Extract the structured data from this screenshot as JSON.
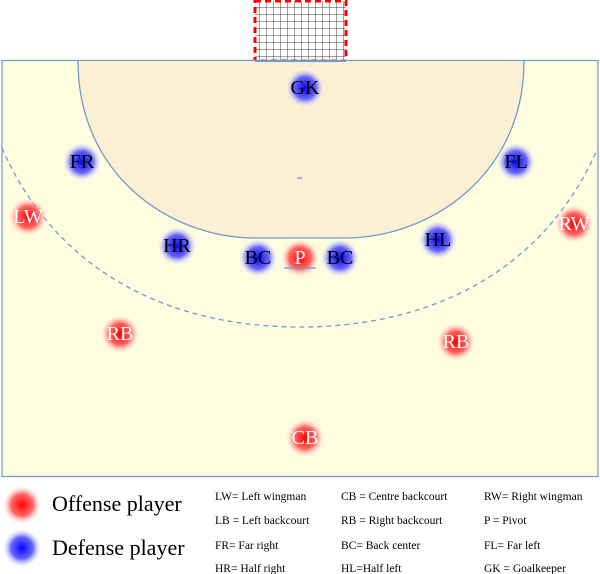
{
  "colors": {
    "court": "#fffde0",
    "goal_area": "#fcf0d4",
    "lines": "#6f9acb",
    "offense": "#ff2020",
    "defense": "#2020ff",
    "goal_post": "#ff0000"
  },
  "players": [
    {
      "label": "GK",
      "team": "defense"
    },
    {
      "label": "FR",
      "team": "defense"
    },
    {
      "label": "FL",
      "team": "defense"
    },
    {
      "label": "LW",
      "team": "offense"
    },
    {
      "label": "RW",
      "team": "offense"
    },
    {
      "label": "HR",
      "team": "defense"
    },
    {
      "label": "BC",
      "team": "defense"
    },
    {
      "label": "P",
      "team": "offense"
    },
    {
      "label": "BC",
      "team": "defense"
    },
    {
      "label": "HL",
      "team": "defense"
    },
    {
      "label": "RB",
      "team": "offense"
    },
    {
      "label": "RB",
      "team": "offense"
    },
    {
      "label": "CB",
      "team": "offense"
    }
  ],
  "legend": {
    "offense": "Offense player",
    "defense": "Defense player"
  },
  "key": [
    "LW= Left wingman",
    "CB = Centre backcourt",
    "RW= Right wingman",
    "LB = Left backcourt",
    "RB = Right backcourt",
    "P = Pivot",
    "FR= Far right",
    "BC= Back center",
    "FL= Far left",
    "HR= Half right",
    "HL=Half left",
    "GK = Goalkeeper"
  ]
}
